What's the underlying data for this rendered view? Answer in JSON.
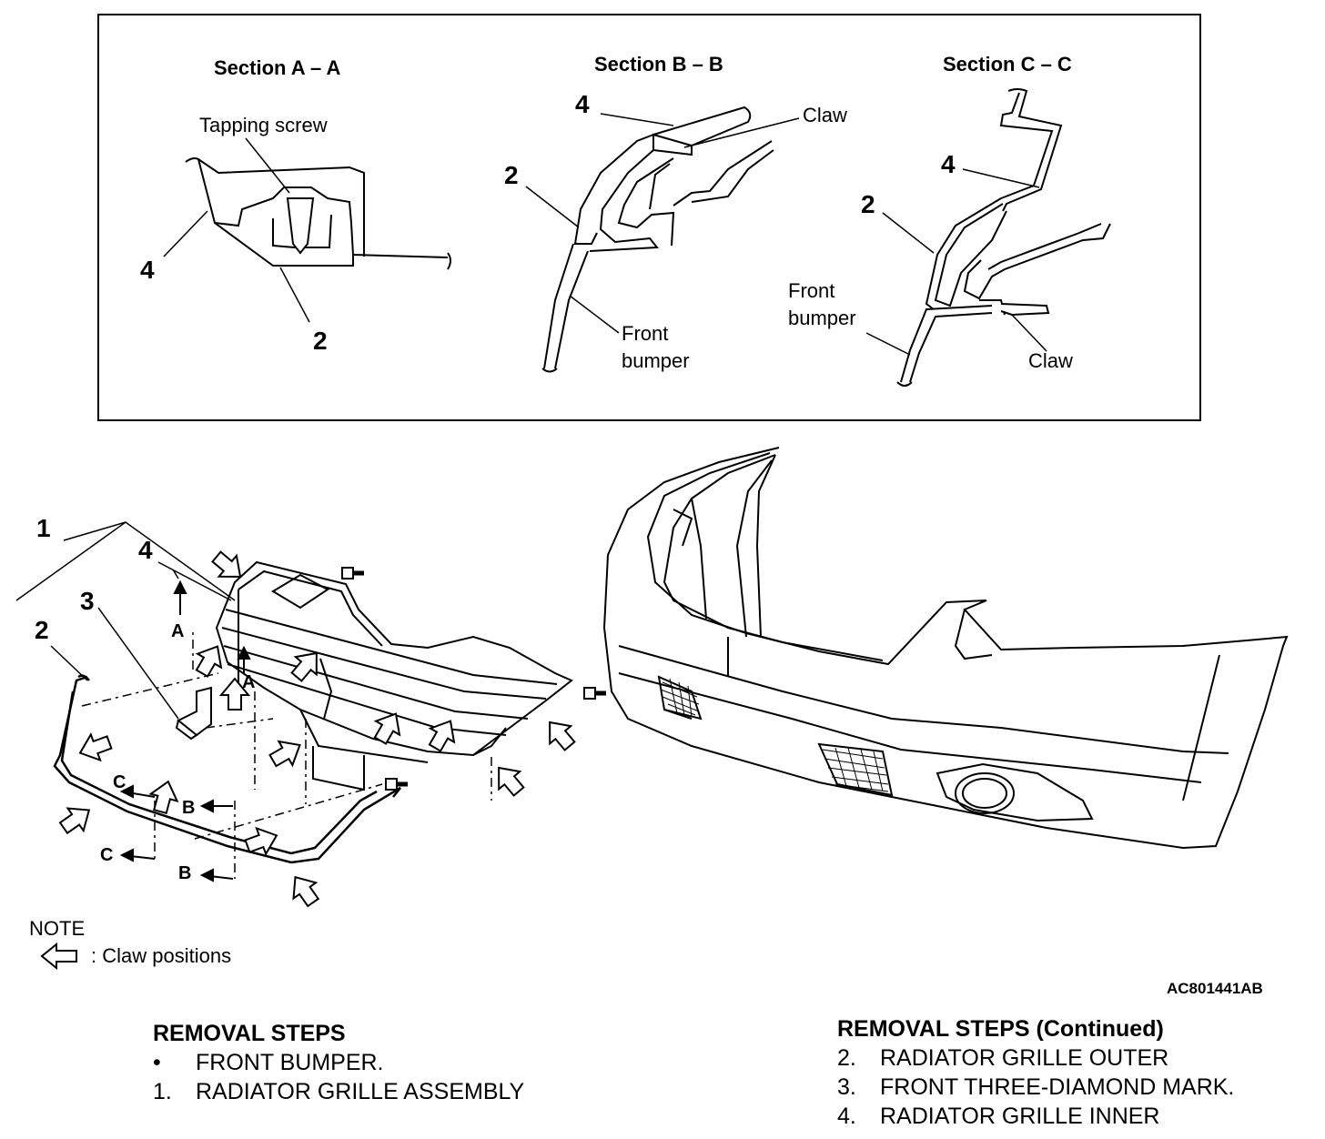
{
  "sections": {
    "a": {
      "title": "Section A – A",
      "tapping_screw": "Tapping screw",
      "label_4": "4",
      "label_2": "2"
    },
    "b": {
      "title": "Section B – B",
      "label_4": "4",
      "label_2": "2",
      "claw": "Claw",
      "front": "Front",
      "bumper": "bumper"
    },
    "c": {
      "title": "Section C – C",
      "label_4": "4",
      "label_2": "2",
      "claw": "Claw",
      "front": "Front",
      "bumper": "bumper"
    }
  },
  "main": {
    "label_1": "1",
    "label_2": "2",
    "label_3": "3",
    "label_4": "4",
    "sec_a": "A",
    "sec_b": "B",
    "sec_c": "C"
  },
  "note": {
    "title": "NOTE",
    "claw_positions": ": Claw positions"
  },
  "figure_id": "AC801441AB",
  "removal_left": {
    "title": "REMOVAL STEPS",
    "items": [
      {
        "num": "•",
        "text": "FRONT BUMPER."
      },
      {
        "num": "1.",
        "text": "RADIATOR GRILLE ASSEMBLY"
      }
    ]
  },
  "removal_right": {
    "title": "REMOVAL STEPS (Continued)",
    "items": [
      {
        "num": "2.",
        "text": "RADIATOR GRILLE OUTER"
      },
      {
        "num": "3.",
        "text": "FRONT THREE-DIAMOND MARK."
      },
      {
        "num": "4.",
        "text": "RADIATOR GRILLE INNER"
      }
    ]
  }
}
